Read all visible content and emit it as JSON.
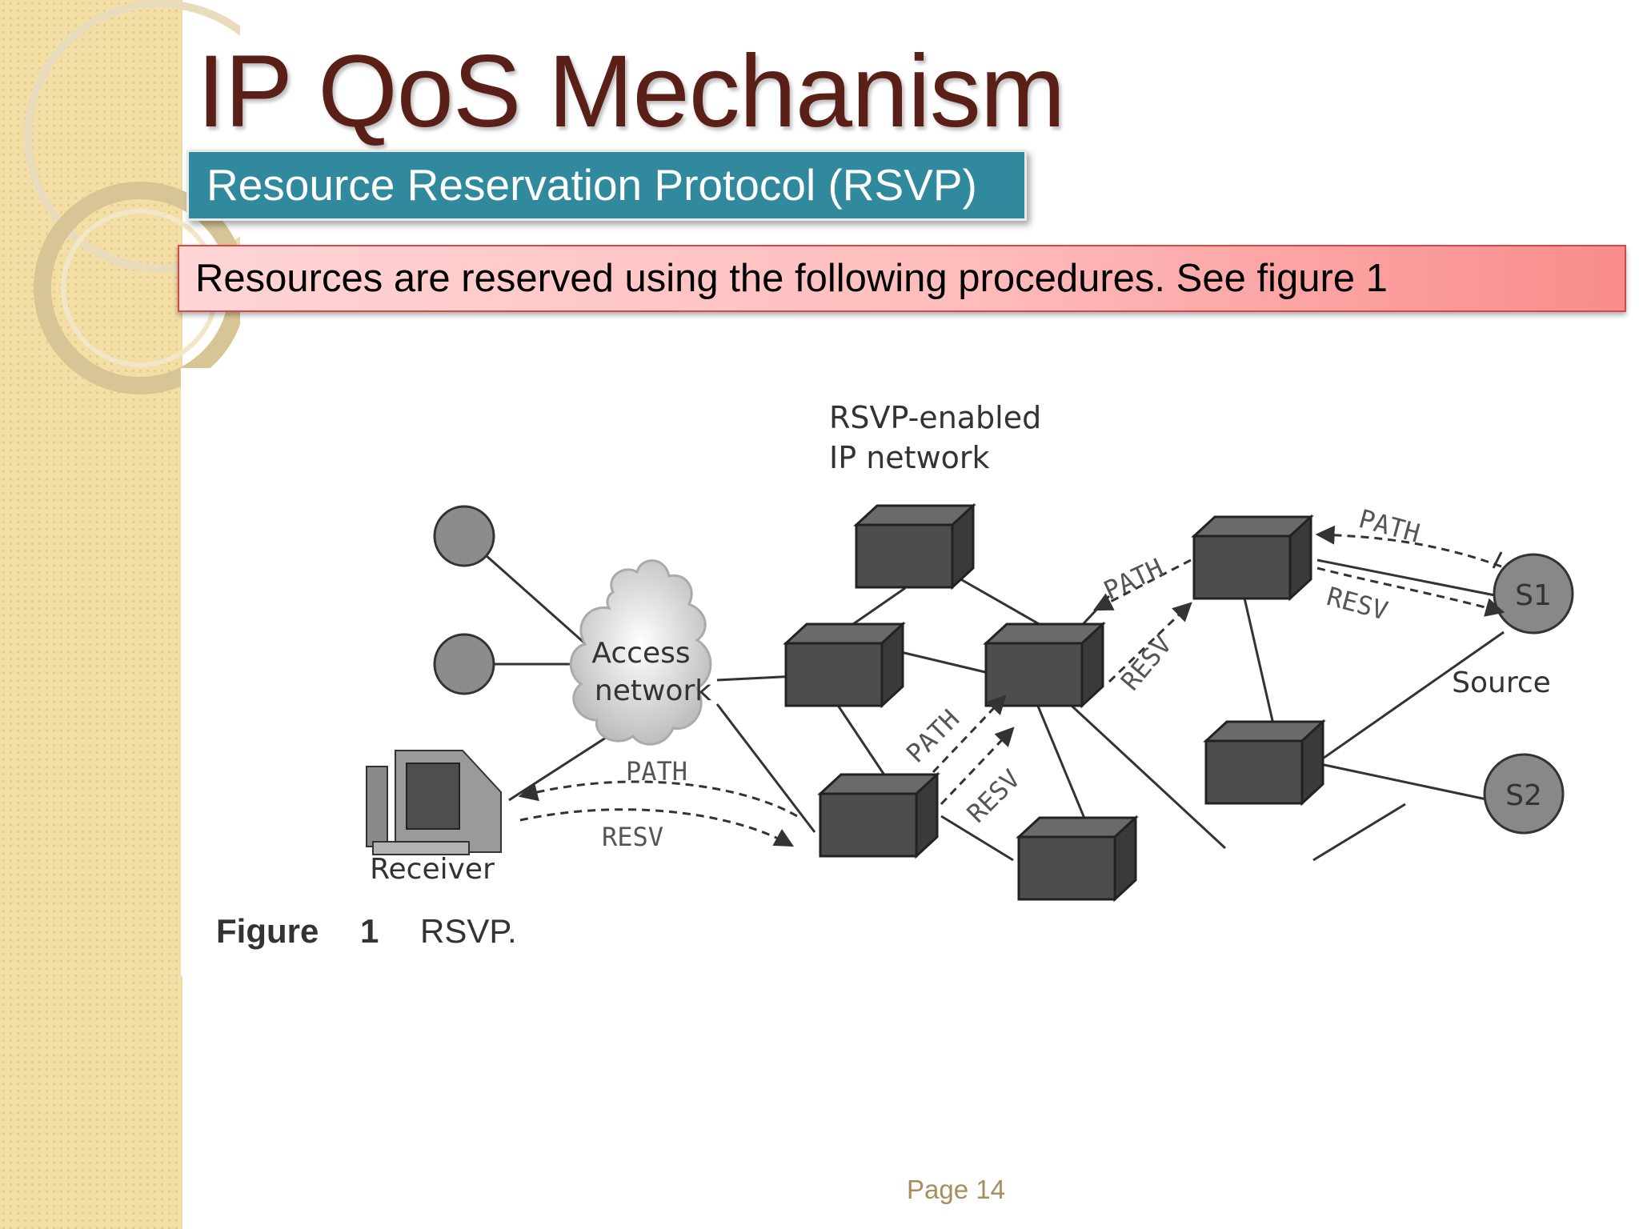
{
  "slide": {
    "title": "IP QoS Mechanism",
    "subtitle": "Resource Reservation Protocol (RSVP)",
    "note": "Resources are reserved using the following procedures. See figure 1",
    "page": "Page 14"
  },
  "figure": {
    "network_label_line1": "RSVP-enabled",
    "network_label_line2": "IP network",
    "access_line1": "Access",
    "access_line2": "network",
    "receiver": "Receiver",
    "source": "Source",
    "s1": "S1",
    "s2": "S2",
    "path": "PATH",
    "resv": "RESV",
    "caption_word": "Figure",
    "caption_num": "1",
    "caption_title": "RSVP."
  },
  "colors": {
    "title": "#5a2018",
    "subtitle_bg": "#31899e",
    "note_bg": "#ffbcbc",
    "router": "#4a4a4a",
    "node": "#888888"
  }
}
